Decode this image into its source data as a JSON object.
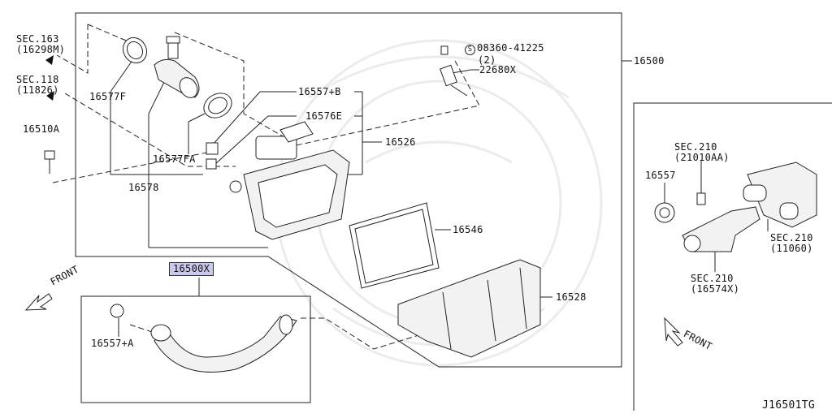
{
  "diagram": {
    "sec163": {
      "line1": "SEC.163",
      "line2": "(16298M)"
    },
    "sec118": {
      "line1": "SEC.118",
      "line2": "(11826)"
    },
    "p16510A": "16510A",
    "p16577F": "16577F",
    "p16577FA": "16577FA",
    "p16578": "16578",
    "p16557B": "16557+B",
    "p16576E": "16576E",
    "p16526": "16526",
    "screw": {
      "line1": "08360-41225",
      "line2": "(2)",
      "symbol": "S"
    },
    "p22680X": "22680X",
    "p16500": "16500",
    "p16546": "16546",
    "p16528": "16528",
    "p16500X": "16500X",
    "p16557A": "16557+A",
    "front_left": "FRONT",
    "front_right": "FRONT",
    "right_panel": {
      "sec210_a": {
        "line1": "SEC.210",
        "line2": "(21010AA)"
      },
      "p16557": "16557",
      "sec210_b": {
        "line1": "SEC.210",
        "line2": "(11060)"
      },
      "sec210_c": {
        "line1": "SEC.210",
        "line2": "(16574X)"
      }
    },
    "figure_id": "J16501TG",
    "colors": {
      "highlight": "#c9c9ee",
      "line": "#222222"
    }
  }
}
